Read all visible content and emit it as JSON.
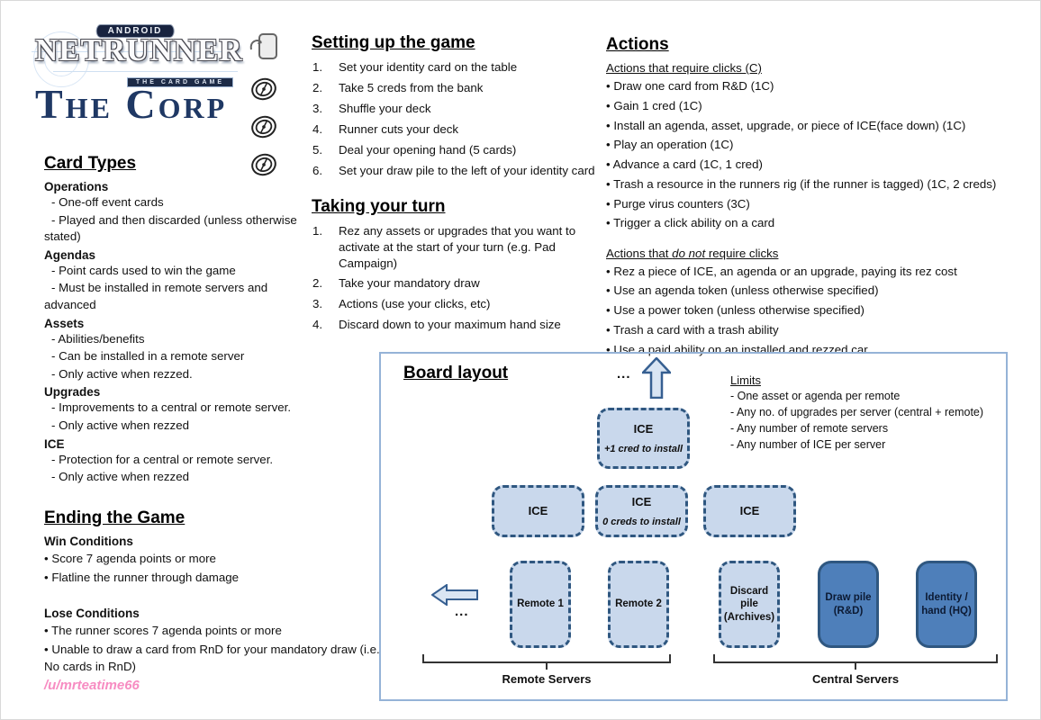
{
  "logo": {
    "android": "ANDROID",
    "netrunner": "NETRUNNER",
    "tagline": "THE CARD GAME",
    "title": "The Corp"
  },
  "colors": {
    "accent_navy": "#1F3864",
    "box_fill": "#C9D8EC",
    "box_border": "#2F5780",
    "solid_box_fill": "#4E7FBA",
    "panel_border": "#95B3D7",
    "watermark_pink": "#F78CC2"
  },
  "icons": {
    "click_card": "card-click-icon",
    "credits": [
      "credit-icon",
      "credit-icon",
      "credit-icon"
    ]
  },
  "card_types": {
    "heading": "Card Types",
    "groups": [
      {
        "label": "Operations",
        "items": [
          "- One-off event cards",
          "- Played and then discarded (unless otherwise stated)"
        ]
      },
      {
        "label": "Agendas",
        "items": [
          "- Point cards used to win the game",
          "- Must be installed in remote servers and advanced"
        ]
      },
      {
        "label": "Assets",
        "items": [
          "- Abilities/benefits",
          "- Can be installed in a remote server",
          "- Only active when rezzed."
        ]
      },
      {
        "label": "Upgrades",
        "items": [
          "- Improvements to a central or remote server.",
          "- Only active when rezzed"
        ]
      },
      {
        "label": "ICE",
        "items": [
          "- Protection for a central or remote server.",
          "- Only active when rezzed"
        ]
      }
    ]
  },
  "ending": {
    "heading": "Ending the Game",
    "win": {
      "label": "Win Conditions",
      "items": [
        "• Score 7 agenda points or more",
        "• Flatline the runner through damage"
      ]
    },
    "lose": {
      "label": "Lose Conditions",
      "items": [
        "• The runner scores 7 agenda points or more",
        "• Unable to draw a card from RnD for your mandatory draw (i.e. No cards in RnD)"
      ]
    }
  },
  "watermark": "/u/mrteatime66",
  "setup": {
    "heading": "Setting up the game",
    "steps": [
      "Set your identity card on the table",
      "Take 5 creds from the bank",
      "Shuffle your deck",
      "Runner cuts your deck",
      "Deal your opening hand (5 cards)",
      "Set your draw pile to the left of your identity card"
    ]
  },
  "turn": {
    "heading": "Taking your turn",
    "steps": [
      "Rez any assets or upgrades that you want to activate at the start of your turn (e.g. Pad Campaign)",
      "Take your mandatory draw",
      "Actions (use your clicks, etc)",
      "Discard down to your maximum hand size"
    ]
  },
  "actions": {
    "heading": "Actions",
    "click_heading": "Actions that require clicks (C)",
    "click_items": [
      "• Draw one card from R&D (1C)",
      "• Gain 1 cred (1C)",
      "• Install an agenda, asset, upgrade, or piece of ICE(face down) (1C)",
      "• Play an operation (1C)",
      "• Advance a card (1C, 1 cred)",
      "• Trash a resource in the runners rig (if the runner is tagged) (1C, 2 creds)",
      "• Purge virus counters (3C)",
      "• Trigger a click ability on a card"
    ],
    "noclick_prefix": "Actions that ",
    "noclick_italic": "do not",
    "noclick_suffix": " require clicks",
    "noclick_items": [
      "• Rez a piece of ICE, an agenda or an upgrade, paying its rez cost",
      "• Use an agenda token (unless otherwise specified)",
      "• Use a power token (unless otherwise specified)",
      "• Trash a card with a trash ability",
      "• Use a paid ability on an installed and rezzed car"
    ]
  },
  "board": {
    "heading": "Board layout",
    "ellipsis_top": "...",
    "ellipsis_left": "...",
    "limits": {
      "heading": "Limits",
      "items": [
        "- One asset or agenda per remote",
        "- Any no. of upgrades per server (central + remote)",
        "- Any number of remote servers",
        "- Any number of ICE per server"
      ]
    },
    "ice_top": {
      "title": "ICE",
      "note": "+1 cred to install"
    },
    "ice_row": [
      {
        "title": "ICE",
        "note": ""
      },
      {
        "title": "ICE",
        "note": "0 creds to install"
      },
      {
        "title": "ICE",
        "note": ""
      }
    ],
    "bottom_row": [
      {
        "title": "Remote 1"
      },
      {
        "title": "Remote 2"
      },
      {
        "title": "Discard pile (Archives)"
      },
      {
        "title": "Draw pile (R&D)"
      },
      {
        "title": "Identity / hand (HQ)"
      }
    ],
    "group_labels": {
      "remote": "Remote Servers",
      "central": "Central Servers"
    }
  }
}
